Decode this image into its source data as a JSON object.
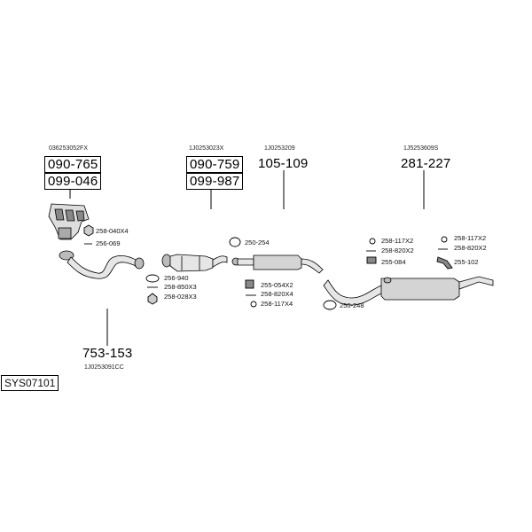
{
  "diagram": {
    "label": "SYS07101",
    "groups": [
      {
        "ref": "036253052FX",
        "parts": [
          "090-765",
          "099-046"
        ]
      },
      {
        "ref": "1J0253023X",
        "parts": [
          "090-759",
          "099-987"
        ]
      },
      {
        "ref": "1J0253209",
        "parts": [
          "105-109"
        ]
      },
      {
        "ref": "1J5253609S",
        "parts": [
          "281-227"
        ]
      },
      {
        "ref": "1J0253091CC",
        "parts": [
          "753-153"
        ]
      }
    ],
    "accessories": [
      "258-040X4",
      "256-069",
      "256-940",
      "258-850X3",
      "258-028X3",
      "250-254",
      "255-054X2",
      "258-820X4",
      "258-117X4",
      "250-248",
      "258-117X2",
      "258-820X2",
      "255-084",
      "258-117X2",
      "258-820X2",
      "255-102"
    ]
  }
}
